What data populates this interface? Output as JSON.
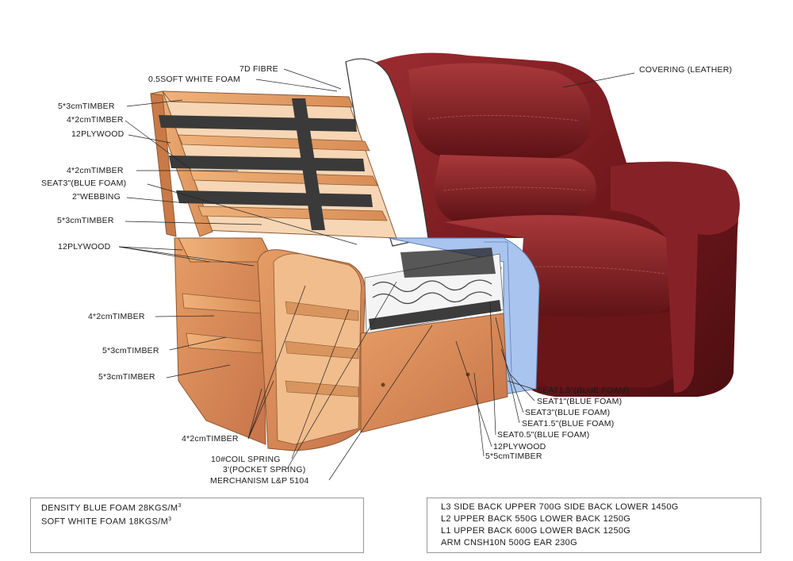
{
  "callouts": {
    "fibre": "7D FIBRE",
    "soft_foam": "0.5SOFT WHITE FOAM",
    "covering": "COVERING  (LEATHER)",
    "timber_5x3_a": "5*3cmTIMBER",
    "timber_4x2_a": "4*2cmTIMBER",
    "plywood_a": "12PLYWOOD",
    "timber_4x2_b": "4*2cmTIMBER",
    "seat3_back": "SEAT3\"(BLUE FOAM)",
    "webbing": "2\"WEBBING",
    "timber_5x3_b": "5*3cmTIMBER",
    "plywood_b": "12PLYWOOD",
    "timber_4x2_c": "4*2cmTIMBER",
    "timber_5x3_c": "5*3cmTIMBER",
    "timber_5x3_d": "5*3cmTIMBER",
    "timber_4x2_d": "4*2cmTIMBER",
    "coil_spring": "10#COIL SPRING",
    "pocket_spring": "3'(POCKET SPRING)",
    "mechanism": "MERCHANISM  L&P 5104",
    "seat1_5_a": "SEAT1.5\"(BLUE FOAM)",
    "seat1": "SEAT1\"(BLUE FOAM)",
    "seat3": "SEAT3\"(BLUE FOAM)",
    "seat1_5_b": "SEAT1.5\"(BLUE FOAM)",
    "seat0_5": "SEAT0.5\"(BLUE FOAM)",
    "plywood_c": "12PLYWOOD",
    "timber_5x5": "5*5cmTIMBER"
  },
  "density": {
    "line1": "DENSITY  BLUE  FOAM 28KGS/M",
    "line1_sup": "3",
    "line2": "SOFT  WHITE FOAM  18KGS/M",
    "line2_sup": "3"
  },
  "weights": {
    "l3": "L3  SIDE  BACK UPPER  700G   SIDE  BACK  LOWER   1450G",
    "l2": "L2   UPPER  BACK 550G     LOWER  BACK  1250G",
    "l1": "L1   UPPER  BACK 600G     LOWER  BACK  1250G",
    "arm": "ARM  CNSH10N  500G   EAR  230G"
  },
  "colors": {
    "leather": "#7a1e22",
    "timber": "#e6a368",
    "plywood": "#d98a55",
    "webbing": "#3a3a3a",
    "blue_foam": "#a9c4ef",
    "white_foam": "#ffffff"
  }
}
